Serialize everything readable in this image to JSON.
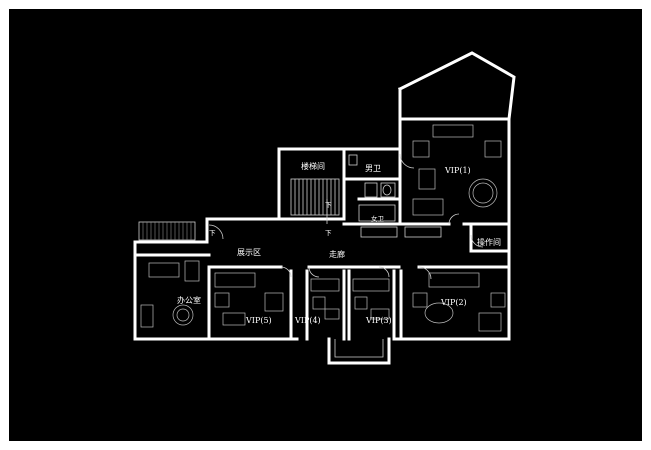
{
  "labels": {
    "stair": "楼梯间",
    "mens_wc": "男卫",
    "womens_wc": "女卫",
    "vip1": "VIP(1)",
    "vip2": "VIP(2)",
    "vip3": "VIP(3)",
    "vip4": "VIP(4)",
    "vip5": "VIP(5)",
    "exhibition": "展示区",
    "corridor": "走廊",
    "office": "办公室",
    "operation": "操作间",
    "down_left": "下",
    "down_center": "下",
    "down_stair": "下"
  },
  "colors": {
    "background": "#000000",
    "frame": "#ffffff",
    "walls": "#ffffff",
    "lines": "#cfcfcf"
  }
}
